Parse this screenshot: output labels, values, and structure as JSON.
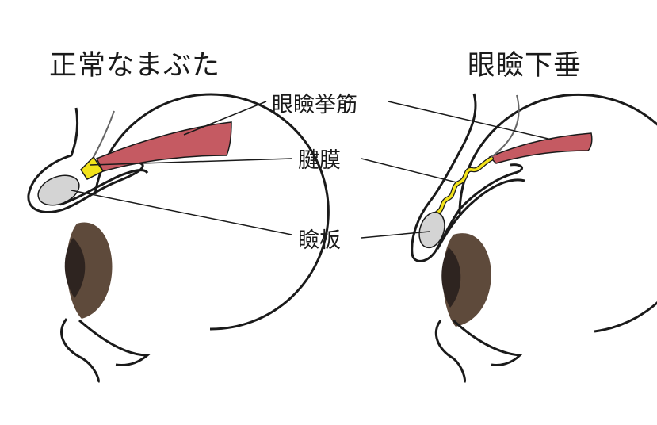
{
  "titles": {
    "normal": "正常なまぶた",
    "ptosis": "眼瞼下垂"
  },
  "labels": {
    "levator": "眼瞼挙筋",
    "aponeurosis": "腱膜",
    "tarsus": "瞼板"
  },
  "colors": {
    "muscle": "#c55a62",
    "aponeurosis": "#f2e21a",
    "tarsus": "#d4d4d4",
    "iris": "#5e4a3b",
    "pupil": "#2e2420",
    "outline": "#1a1a1a",
    "nerve": "#666666"
  }
}
